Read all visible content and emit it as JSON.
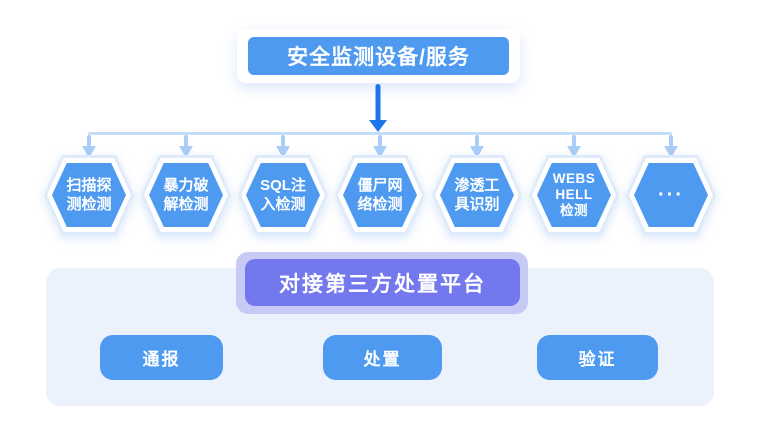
{
  "colors": {
    "primary-blue": "#4D9AF0",
    "arrow-dark": "#1E74EB",
    "arrow-light": "#A9CDF6",
    "connector": "#C6DDF9",
    "purple": "#7478EF",
    "purple-halo": "#C8CAF6",
    "panel-bg": "#EBF2FC",
    "card-white": "#FFFFFF"
  },
  "top_box": {
    "label": "安全监测设备/服务"
  },
  "detections": [
    {
      "line1": "扫描探",
      "line2": "测检测"
    },
    {
      "line1": "暴力破",
      "line2": "解检测"
    },
    {
      "line1": "SQL注",
      "line2": "入检测"
    },
    {
      "line1": "僵尸网",
      "line2": "络检测"
    },
    {
      "line1": "渗透工",
      "line2": "具识别"
    },
    {
      "line1": "WEBS",
      "line2": "HELL",
      "line3": "检测"
    },
    {
      "line1": "···"
    }
  ],
  "platform": {
    "header": "对接第三方处置平台",
    "steps": [
      "通报",
      "处置",
      "验证"
    ]
  }
}
